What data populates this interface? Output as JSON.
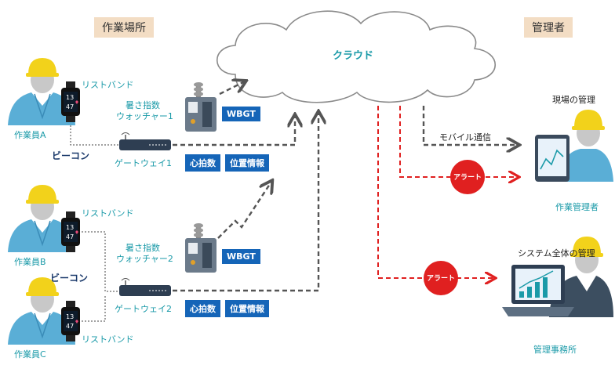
{
  "headers": {
    "worksite": "作業場所",
    "manager": "管理者"
  },
  "cloud": {
    "label": "クラウド"
  },
  "workers": {
    "a": "作業員A",
    "b": "作業員B",
    "c": "作業員C",
    "wristband_a": "リストバンド",
    "wristband_b": "リストバンド",
    "wristband_c": "リストバンド",
    "screen_top": "13",
    "screen_bottom": "47"
  },
  "beacons": {
    "upper": "ビーコン",
    "lower": "ビーコン"
  },
  "watchers": {
    "w1": {
      "line1": "暑さ指数",
      "line2": "ウォッチャー1",
      "tag": "WBGT"
    },
    "w2": {
      "line1": "暑さ指数",
      "line2": "ウォッチャー2",
      "tag": "WBGT"
    }
  },
  "gateways": {
    "g1": {
      "label": "ゲートウェイ1",
      "tag_hr": "心拍数",
      "tag_pos": "位置情報"
    },
    "g2": {
      "label": "ゲートウェイ2",
      "tag_hr": "心拍数",
      "tag_pos": "位置情報"
    }
  },
  "site_manager": {
    "title": "現場の管理",
    "caption": "作業管理者",
    "mobile": "モバイル通信",
    "alert": "アラート"
  },
  "office": {
    "title": "システム全体の管理",
    "caption": "管理事務所",
    "alert": "アラート"
  },
  "colors": {
    "teal": "#1a9aa8",
    "alert_red": "#e02020",
    "tag_blue": "#1565b8",
    "header_bg": "#f3ddc4"
  }
}
